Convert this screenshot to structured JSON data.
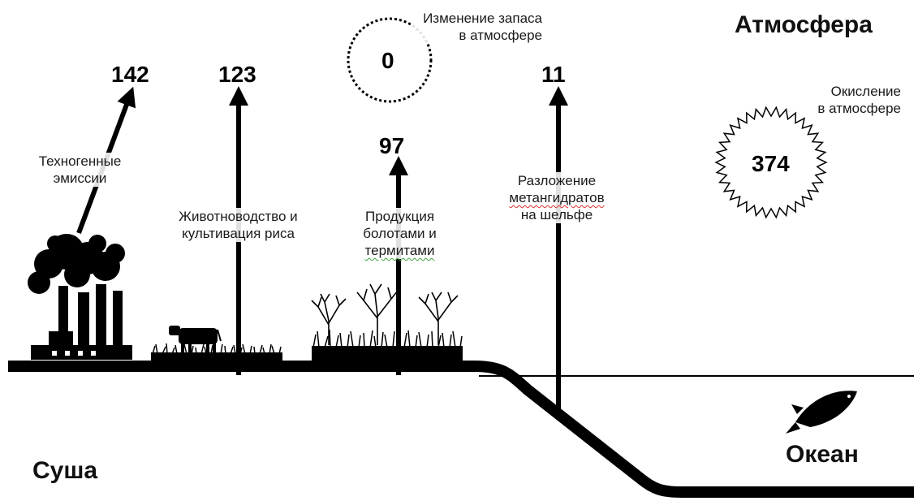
{
  "regions": {
    "atmosphere": "Атмосфера",
    "ocean": "Океан",
    "land": "Суша"
  },
  "flows": {
    "anthropogenic": {
      "value": "142",
      "label_line1": "Техногенные",
      "label_line2": "эмиссии"
    },
    "livestock": {
      "value": "123",
      "label_line1": "Животноводство и",
      "label_line2": "культивация риса"
    },
    "wetlands": {
      "value": "97",
      "label_line1": "Продукция",
      "label_line2": "болотами и",
      "label_line3": "термитами"
    },
    "hydrates": {
      "value": "11",
      "label_line1": "Разложение",
      "label_line2": "метангидратов",
      "label_line3": "на шельфе"
    }
  },
  "storage_change": {
    "value": "0",
    "label_line1": "Изменение запаса",
    "label_line2": "в атмосфере"
  },
  "oxidation": {
    "value": "374",
    "label_line1": "Окисление",
    "label_line2": "в атмосфере"
  },
  "colors": {
    "ink": "#000000",
    "background": "#ffffff",
    "spellcheck_red": "#e03030",
    "spellcheck_green": "#3aa53a"
  }
}
